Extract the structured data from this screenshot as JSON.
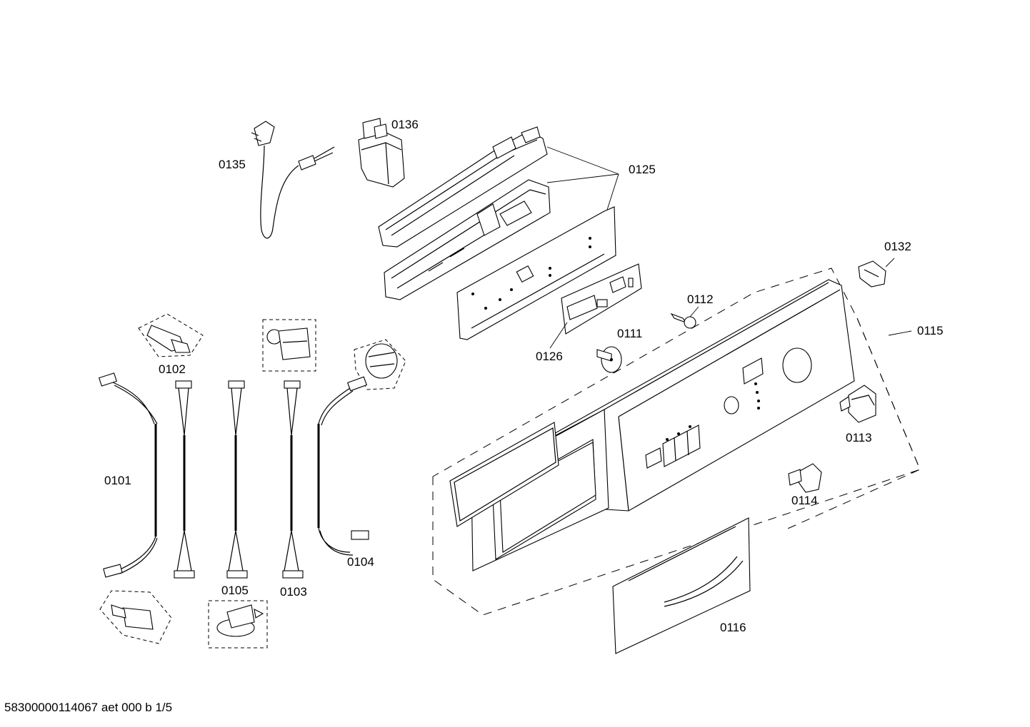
{
  "parts": [
    {
      "id": "p0101",
      "label": "0101"
    },
    {
      "id": "p0102",
      "label": "0102"
    },
    {
      "id": "p0103",
      "label": "0103"
    },
    {
      "id": "p0104",
      "label": "0104"
    },
    {
      "id": "p0105",
      "label": "0105"
    },
    {
      "id": "p0111",
      "label": "0111"
    },
    {
      "id": "p0112",
      "label": "0112"
    },
    {
      "id": "p0113",
      "label": "0113"
    },
    {
      "id": "p0114",
      "label": "0114"
    },
    {
      "id": "p0115",
      "label": "0115"
    },
    {
      "id": "p0116",
      "label": "0116"
    },
    {
      "id": "p0125",
      "label": "0125"
    },
    {
      "id": "p0126",
      "label": "0126"
    },
    {
      "id": "p0132",
      "label": "0132"
    },
    {
      "id": "p0135",
      "label": "0135"
    },
    {
      "id": "p0136",
      "label": "0136"
    }
  ],
  "footer": "58300000114067 aet 000 b 1/5"
}
